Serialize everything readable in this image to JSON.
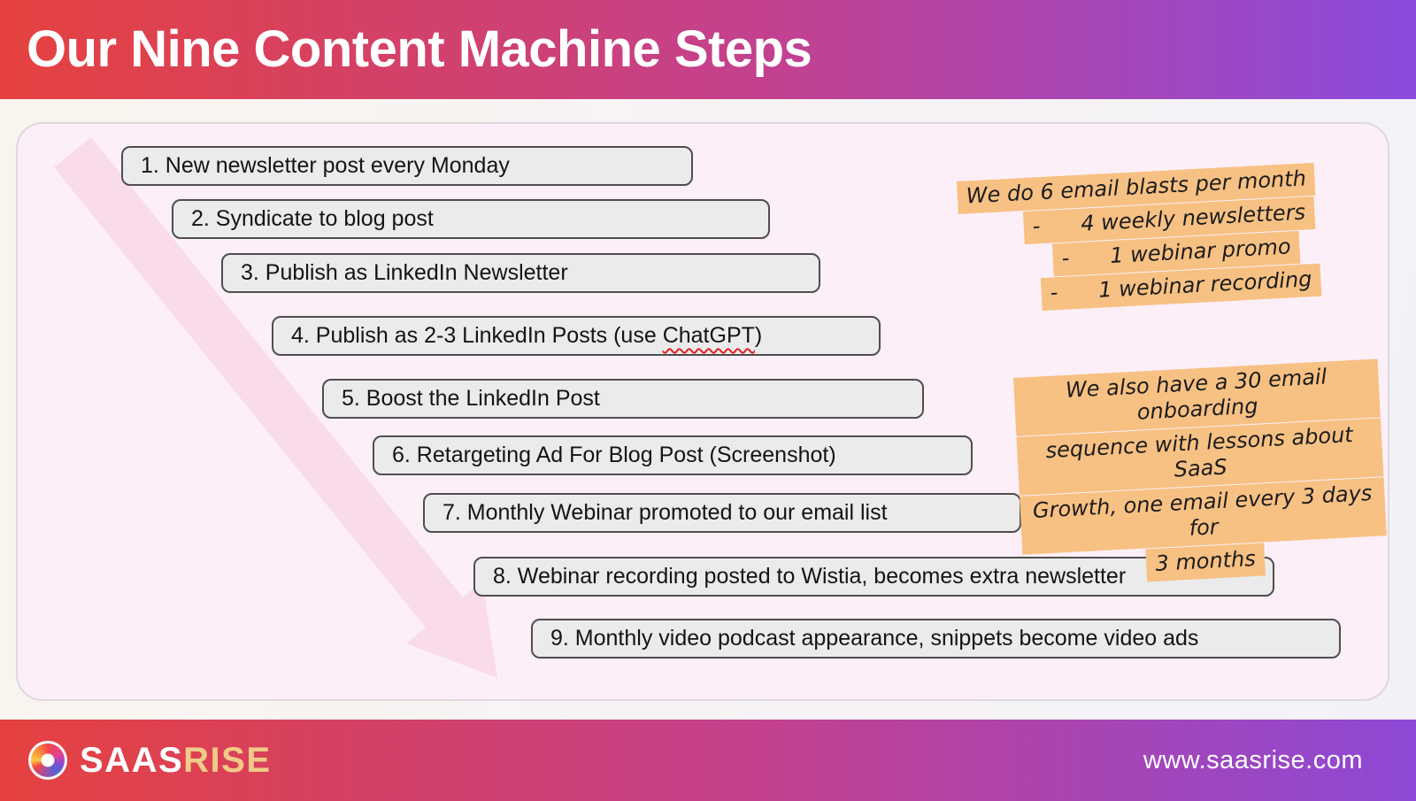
{
  "header": {
    "title": "Our Nine Content Machine Steps"
  },
  "steps": [
    {
      "text": "1. New newsletter post every Monday"
    },
    {
      "text": "2. Syndicate to blog post"
    },
    {
      "text": "3. Publish as LinkedIn Newsletter"
    },
    {
      "text_before": "4. Publish as 2-3 LinkedIn Posts (use ",
      "spellchecked_word": "ChatGPT",
      "text_after": ")"
    },
    {
      "text": "5. Boost the LinkedIn Post"
    },
    {
      "text": "6. Retargeting Ad For Blog Post (Screenshot)"
    },
    {
      "text": "7. Monthly Webinar promoted to our email list"
    },
    {
      "text": "8. Webinar recording posted to Wistia, becomes extra newsletter"
    },
    {
      "text": "9. Monthly video podcast appearance, snippets become video ads"
    }
  ],
  "notes": {
    "email_blasts": {
      "title_line": "We do 6 email blasts per month",
      "items": [
        {
          "dash": "-",
          "text": "4 weekly newsletters"
        },
        {
          "dash": "-",
          "text": "1 webinar promo"
        },
        {
          "dash": "-",
          "text": "1 webinar recording"
        }
      ]
    },
    "onboarding": {
      "lines": [
        "We also have a 30 email onboarding",
        "sequence with lessons about SaaS",
        "Growth, one email every 3 days for",
        "3 months"
      ]
    }
  },
  "footer": {
    "brand_primary": "SAAS",
    "brand_secondary": "RISE",
    "logo_icon": "concentric-ring-logo",
    "website": "www.saasrise.com"
  },
  "colors": {
    "gradient_left": "#e5413f",
    "gradient_mid": "#c24190",
    "gradient_right": "#8b4bdd",
    "panel_background": "#fdeff8",
    "arrow_fill": "#f9dbe9",
    "step_fill": "#ebebeb",
    "step_border": "#4e4e4e",
    "note_highlight": "#f7c183",
    "brand_secondary_color": "#f0cb87"
  }
}
